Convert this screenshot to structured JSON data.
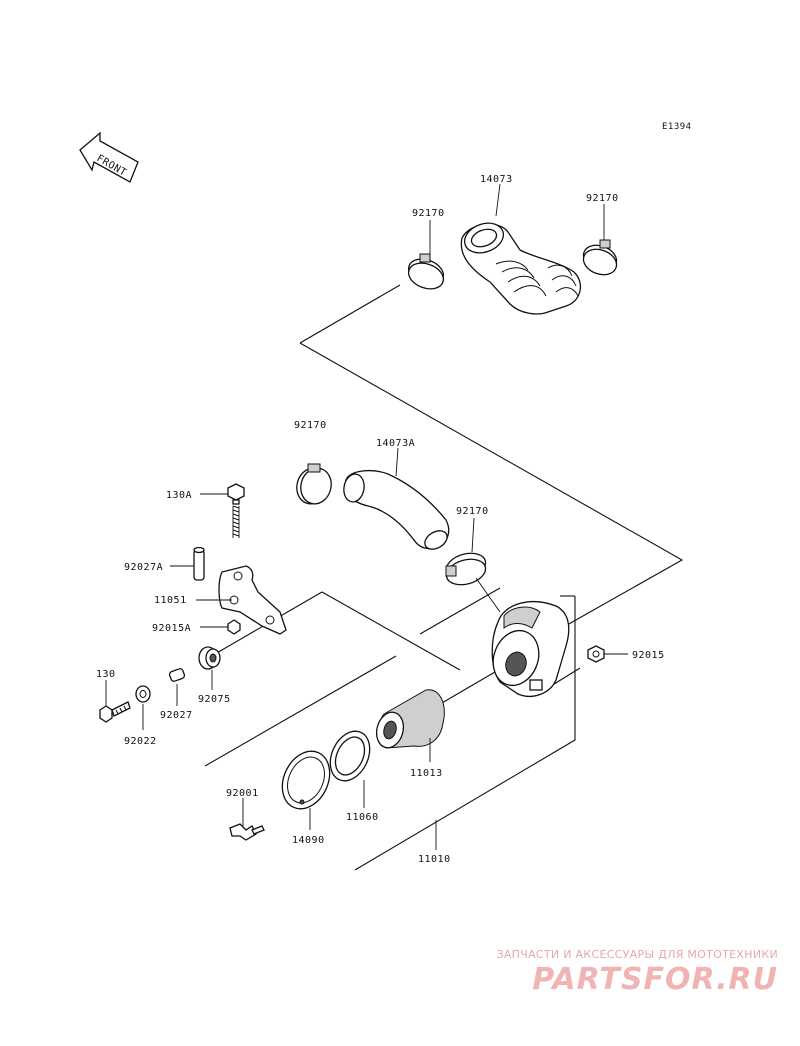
{
  "figure_code": "E1394",
  "front_arrow": {
    "text": "FRONT"
  },
  "labels": {
    "p14073": "14073",
    "p92170_a": "92170",
    "p92170_b": "92170",
    "p92170_c": "92170",
    "p14073A": "14073A",
    "p92170_d": "92170",
    "p130A": "130A",
    "p92027A": "92027A",
    "p11051": "11051",
    "p92015A": "92015A",
    "p130": "130",
    "p92027": "92027",
    "p92075": "92075",
    "p92022": "92022",
    "p92015": "92015",
    "p11013": "11013",
    "p92001": "92001",
    "p11060": "11060",
    "p14090": "14090",
    "p11010": "11010"
  },
  "watermark": {
    "caption": "ЗАПЧАСТИ И АКСЕССУАРЫ ДЛЯ МОТОТЕХНИКИ",
    "logo": "PARTSFOR.RU",
    "color": "#f0b4b4"
  }
}
